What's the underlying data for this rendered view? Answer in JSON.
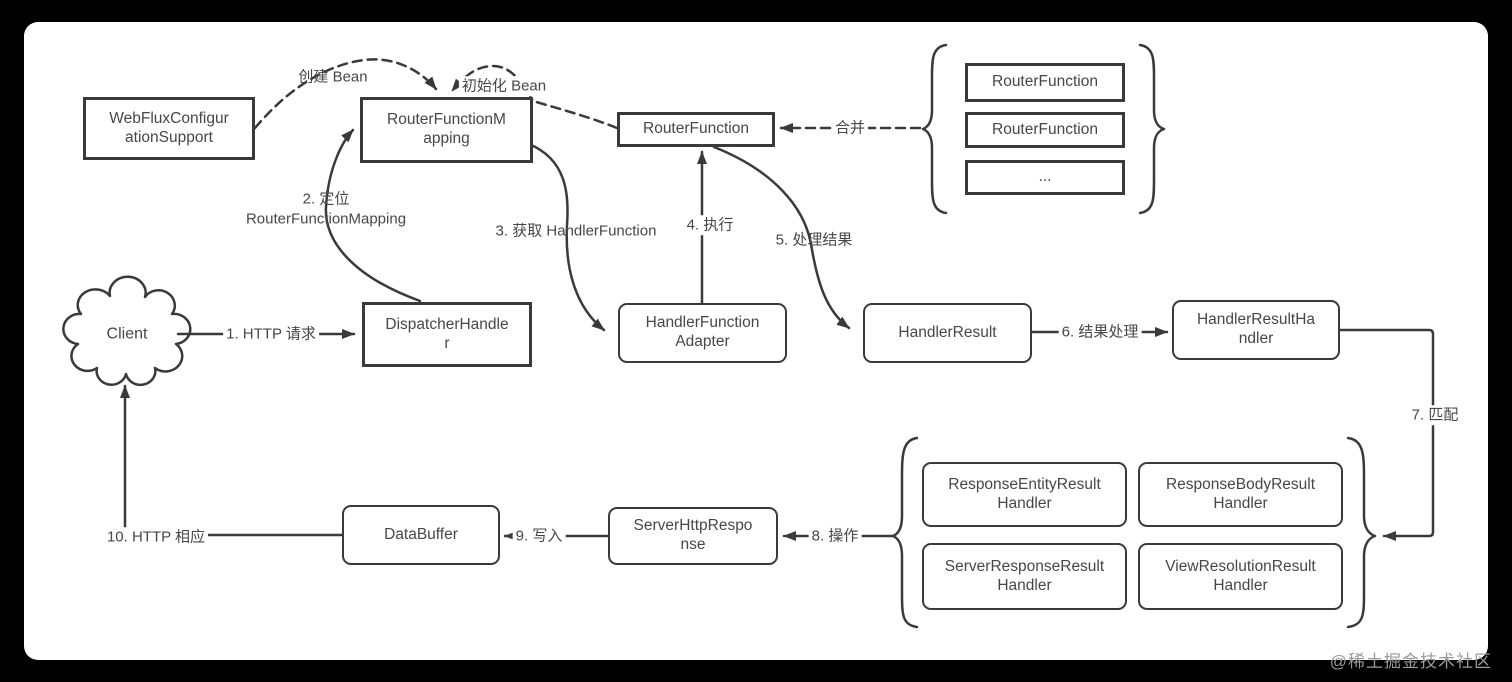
{
  "colors": {
    "ink": "#3a3a3a",
    "canvas_bg": "#ffffff",
    "frame_bg": "#000000",
    "watermark": "#9b9b9b"
  },
  "watermark": "@稀土掘金技术社区",
  "nodes": {
    "client": {
      "label": "Client"
    },
    "webflux_configuration_support": {
      "label": "WebFluxConfigur\nationSupport"
    },
    "router_function_mapping": {
      "label": "RouterFunctionM\napping"
    },
    "router_function": {
      "label": "RouterFunction"
    },
    "dispatcher_handler": {
      "label": "DispatcherHandle\nr"
    },
    "handler_function_adapter": {
      "label": "HandlerFunction\nAdapter"
    },
    "handler_result": {
      "label": "HandlerResult"
    },
    "handler_result_handler": {
      "label": "HandlerResultHa\nndler"
    },
    "data_buffer": {
      "label": "DataBuffer"
    },
    "server_http_response": {
      "label": "ServerHttpRespo\nnse"
    }
  },
  "router_function_group": {
    "items": [
      {
        "label": "RouterFunction"
      },
      {
        "label": "RouterFunction"
      },
      {
        "label": "..."
      }
    ]
  },
  "result_handler_group": {
    "items": [
      {
        "label": "ResponseEntityResult\nHandler"
      },
      {
        "label": "ResponseBodyResult\nHandler"
      },
      {
        "label": "ServerResponseResult\nHandler"
      },
      {
        "label": "ViewResolutionResult\nHandler"
      }
    ]
  },
  "edges": {
    "create_bean": {
      "label": "创建 Bean"
    },
    "init_bean": {
      "label": "初始化 Bean"
    },
    "merge": {
      "label": "合并"
    },
    "step1": {
      "label": "1. HTTP 请求"
    },
    "step2": {
      "label": "2. 定位\nRouterFunctionMapping"
    },
    "step3": {
      "label": "3. 获取 HandlerFunction"
    },
    "step4": {
      "label": "4. 执行"
    },
    "step5": {
      "label": "5. 处理结果"
    },
    "step6": {
      "label": "6. 结果处理"
    },
    "step7": {
      "label": "7. 匹配"
    },
    "step8": {
      "label": "8. 操作"
    },
    "step9": {
      "label": "9. 写入"
    },
    "step10": {
      "label": "10. HTTP 相应"
    }
  }
}
